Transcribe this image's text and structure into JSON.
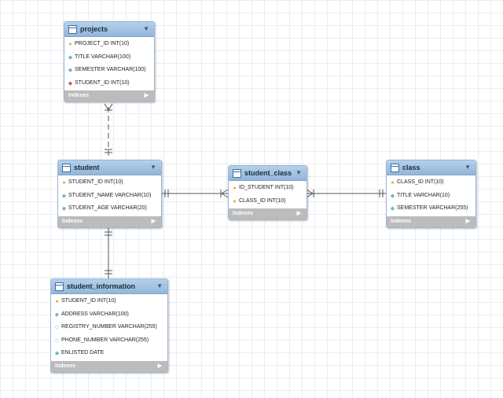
{
  "tables": {
    "projects": {
      "name": "projects",
      "columns": [
        {
          "text": "PROJECT_ID INT(10)",
          "icon": "primary-key-icon"
        },
        {
          "text": "TITLE VARCHAR(100)",
          "icon": "column-diamond-icon"
        },
        {
          "text": "SEMESTER VARCHAR(100)",
          "icon": "column-diamond-icon"
        },
        {
          "text": "STUDENT_ID INT(10)",
          "icon": "foreign-key-diamond-icon"
        }
      ],
      "indexes_label": "Indexes"
    },
    "student": {
      "name": "student",
      "columns": [
        {
          "text": "STUDENT_ID INT(10)",
          "icon": "primary-key-icon"
        },
        {
          "text": "STUDENT_NAME VARCHAR(10)",
          "icon": "column-diamond-icon"
        },
        {
          "text": "STUDENT_AGE VARCHAR(20)",
          "icon": "column-diamond-icon"
        }
      ],
      "indexes_label": "Indexes"
    },
    "student_class": {
      "name": "student_class",
      "columns": [
        {
          "text": "ID_STUDENT INT(10)",
          "icon": "primary-key-icon"
        },
        {
          "text": "CLASS_ID INT(10)",
          "icon": "primary-key-icon"
        }
      ],
      "indexes_label": "Indexes"
    },
    "class": {
      "name": "class",
      "columns": [
        {
          "text": "CLASS_ID INT(10)",
          "icon": "primary-key-icon"
        },
        {
          "text": "TITLE VARCHAR(10)",
          "icon": "column-diamond-icon"
        },
        {
          "text": "SEMESTER VARCHAR(255)",
          "icon": "column-diamond-icon"
        }
      ],
      "indexes_label": "Indexes"
    },
    "student_information": {
      "name": "student_information",
      "columns": [
        {
          "text": "STUDENT_ID INT(10)",
          "icon": "primary-key-icon"
        },
        {
          "text": "ADDRESS VARCHAR(100)",
          "icon": "column-diamond-icon"
        },
        {
          "text": "REGISTRY_NUMBER VARCHAR(255)",
          "icon": "nullable-column-diamond-icon"
        },
        {
          "text": "PHONE_NUMBER VARCHAR(255)",
          "icon": "nullable-column-diamond-icon"
        },
        {
          "text": "ENLISTED DATE",
          "icon": "column-diamond-icon"
        }
      ],
      "indexes_label": "Indexes"
    }
  },
  "relationships": [
    {
      "from": "student",
      "to": "projects",
      "style": "dashed",
      "cardinality": "one-to-many"
    },
    {
      "from": "student",
      "to": "student_class",
      "style": "solid",
      "cardinality": "one-to-many"
    },
    {
      "from": "class",
      "to": "student_class",
      "style": "solid",
      "cardinality": "one-to-many"
    },
    {
      "from": "student",
      "to": "student_information",
      "style": "solid",
      "cardinality": "one-to-one"
    }
  ],
  "colors": {
    "header": "#a6c6e6",
    "header_border": "#7fa3c8",
    "indexes_bar": "#bcbcbc",
    "key_icon": "#d9b21a",
    "column_icon": "#6cb6cc",
    "foreign_key_icon": "#d45a52",
    "grid": "#e9edf2",
    "connector": "#555555"
  }
}
